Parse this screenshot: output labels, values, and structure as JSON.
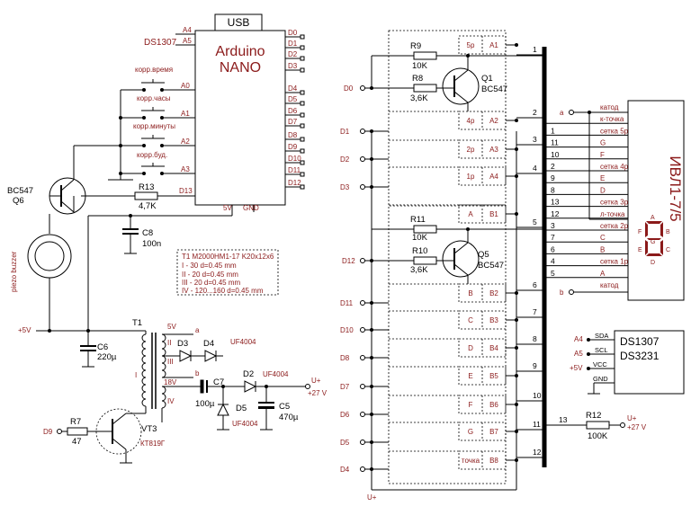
{
  "arduino": {
    "usb": "USB",
    "title_line1": "Arduino",
    "title_line2": "NANO",
    "left_pins": [
      "A4",
      "A5",
      "A0",
      "A1",
      "A2",
      "A3",
      "D13"
    ],
    "right_pins": [
      "D0",
      "D1",
      "D2",
      "D3",
      "D4",
      "D5",
      "D6",
      "D7",
      "D8",
      "D9",
      "D10",
      "D11",
      "D12"
    ],
    "bottom_pins": [
      "5V",
      "GND"
    ]
  },
  "labels": {
    "ds1307_left": "DS1307",
    "btn_time": "корр.время",
    "btn_hours": "корр.часы",
    "btn_minutes": "корр.минуты",
    "btn_alarm": "корр.буд.",
    "q6_type": "BC547",
    "q6_name": "Q6",
    "r13": "R13",
    "r13_val": "4,7K",
    "c8": "C8",
    "c8_val": "100n",
    "buzzer": "piezo buzzer",
    "plus5v": "+5V",
    "c6": "C6",
    "c6_val": "220µ",
    "t1": "T1",
    "t1_spec": [
      "T1 M2000HM1-17 K20x12x6",
      "I - 30 d=0.45 mm",
      "II - 20 d=0.45 mm",
      "III - 20 d=0.45 mm",
      "IV - 120...160 d=0.45 mm"
    ],
    "w1": "I",
    "w2": "II",
    "w3": "III",
    "w4": "IV",
    "v5": "5V",
    "a": "a",
    "b": "b",
    "v18": "18V",
    "d3": "D3",
    "d4": "D4",
    "uf1": "UF4004",
    "c7": "C7",
    "c7_val": "100µ",
    "d2": "D2",
    "uf2": "UF4004",
    "d5": "D5",
    "uf3": "UF4004",
    "c5": "C5",
    "c5_val": "470µ",
    "uplus": "U+",
    "plus27": "+27 V",
    "r7": "R7",
    "r7_val": "47",
    "d9": "D9",
    "vt3": "VT3",
    "vt3_type": "КТ819Г"
  },
  "grid": {
    "r9": "R9",
    "r9_val": "10K",
    "r8": "R8",
    "r8_val": "3,6K",
    "q1": "Q1",
    "q1_type": "BC547",
    "r11": "R11",
    "r11_val": "10K",
    "r10": "R10",
    "r10_val": "3,6K",
    "q5": "Q5",
    "q5_type": "BC547",
    "d0": "D0",
    "d12": "D12",
    "left_inputs": [
      "D1",
      "D2",
      "D3",
      "D11",
      "D10",
      "D8",
      "D7",
      "D6",
      "D5",
      "D4"
    ],
    "cells": [
      [
        "5р",
        "A1"
      ],
      [
        "4р",
        "A2"
      ],
      [
        "2р",
        "A3"
      ],
      [
        "1р",
        "A4"
      ],
      [
        "A",
        "B1"
      ],
      [
        "B",
        "B2"
      ],
      [
        "C",
        "B3"
      ],
      [
        "D",
        "B4"
      ],
      [
        "E",
        "B5"
      ],
      [
        "F",
        "B6"
      ],
      [
        "G",
        "B7"
      ],
      [
        "точка",
        "B8"
      ]
    ],
    "bus_numbers": [
      "1",
      "2",
      "3",
      "4",
      "5",
      "6",
      "7",
      "8",
      "9",
      "10",
      "11",
      "12"
    ],
    "uplus_bottom": "U+"
  },
  "ivl": {
    "title": "ИВЛ1-7/5",
    "pins": [
      "",
      "",
      "1",
      "11",
      "10",
      "2",
      "9",
      "8",
      "13",
      "12",
      "3",
      "7",
      "6",
      "4",
      "5",
      ""
    ],
    "names": [
      "катод",
      "к-точка",
      "сетка 5р",
      "G",
      "F",
      "сетка 4р",
      "E",
      "D",
      "сетка 3р",
      "л-точка",
      "сетка 2р",
      "C",
      "B",
      "сетка 1р",
      "A",
      "катод"
    ],
    "seg_letters": [
      "A",
      "F",
      "B",
      "G",
      "E",
      "C",
      "D"
    ],
    "a": "a",
    "b": "b"
  },
  "rtc": {
    "title1": "DS1307",
    "title2": "DS3231",
    "pins": [
      "SDA",
      "SCL",
      "VCC",
      "GND"
    ],
    "left": [
      "A4",
      "A5",
      "+5V"
    ]
  },
  "r12": {
    "name": "R12",
    "val": "100K",
    "pin": "13",
    "uplus": "U+",
    "v": "+27 V"
  }
}
